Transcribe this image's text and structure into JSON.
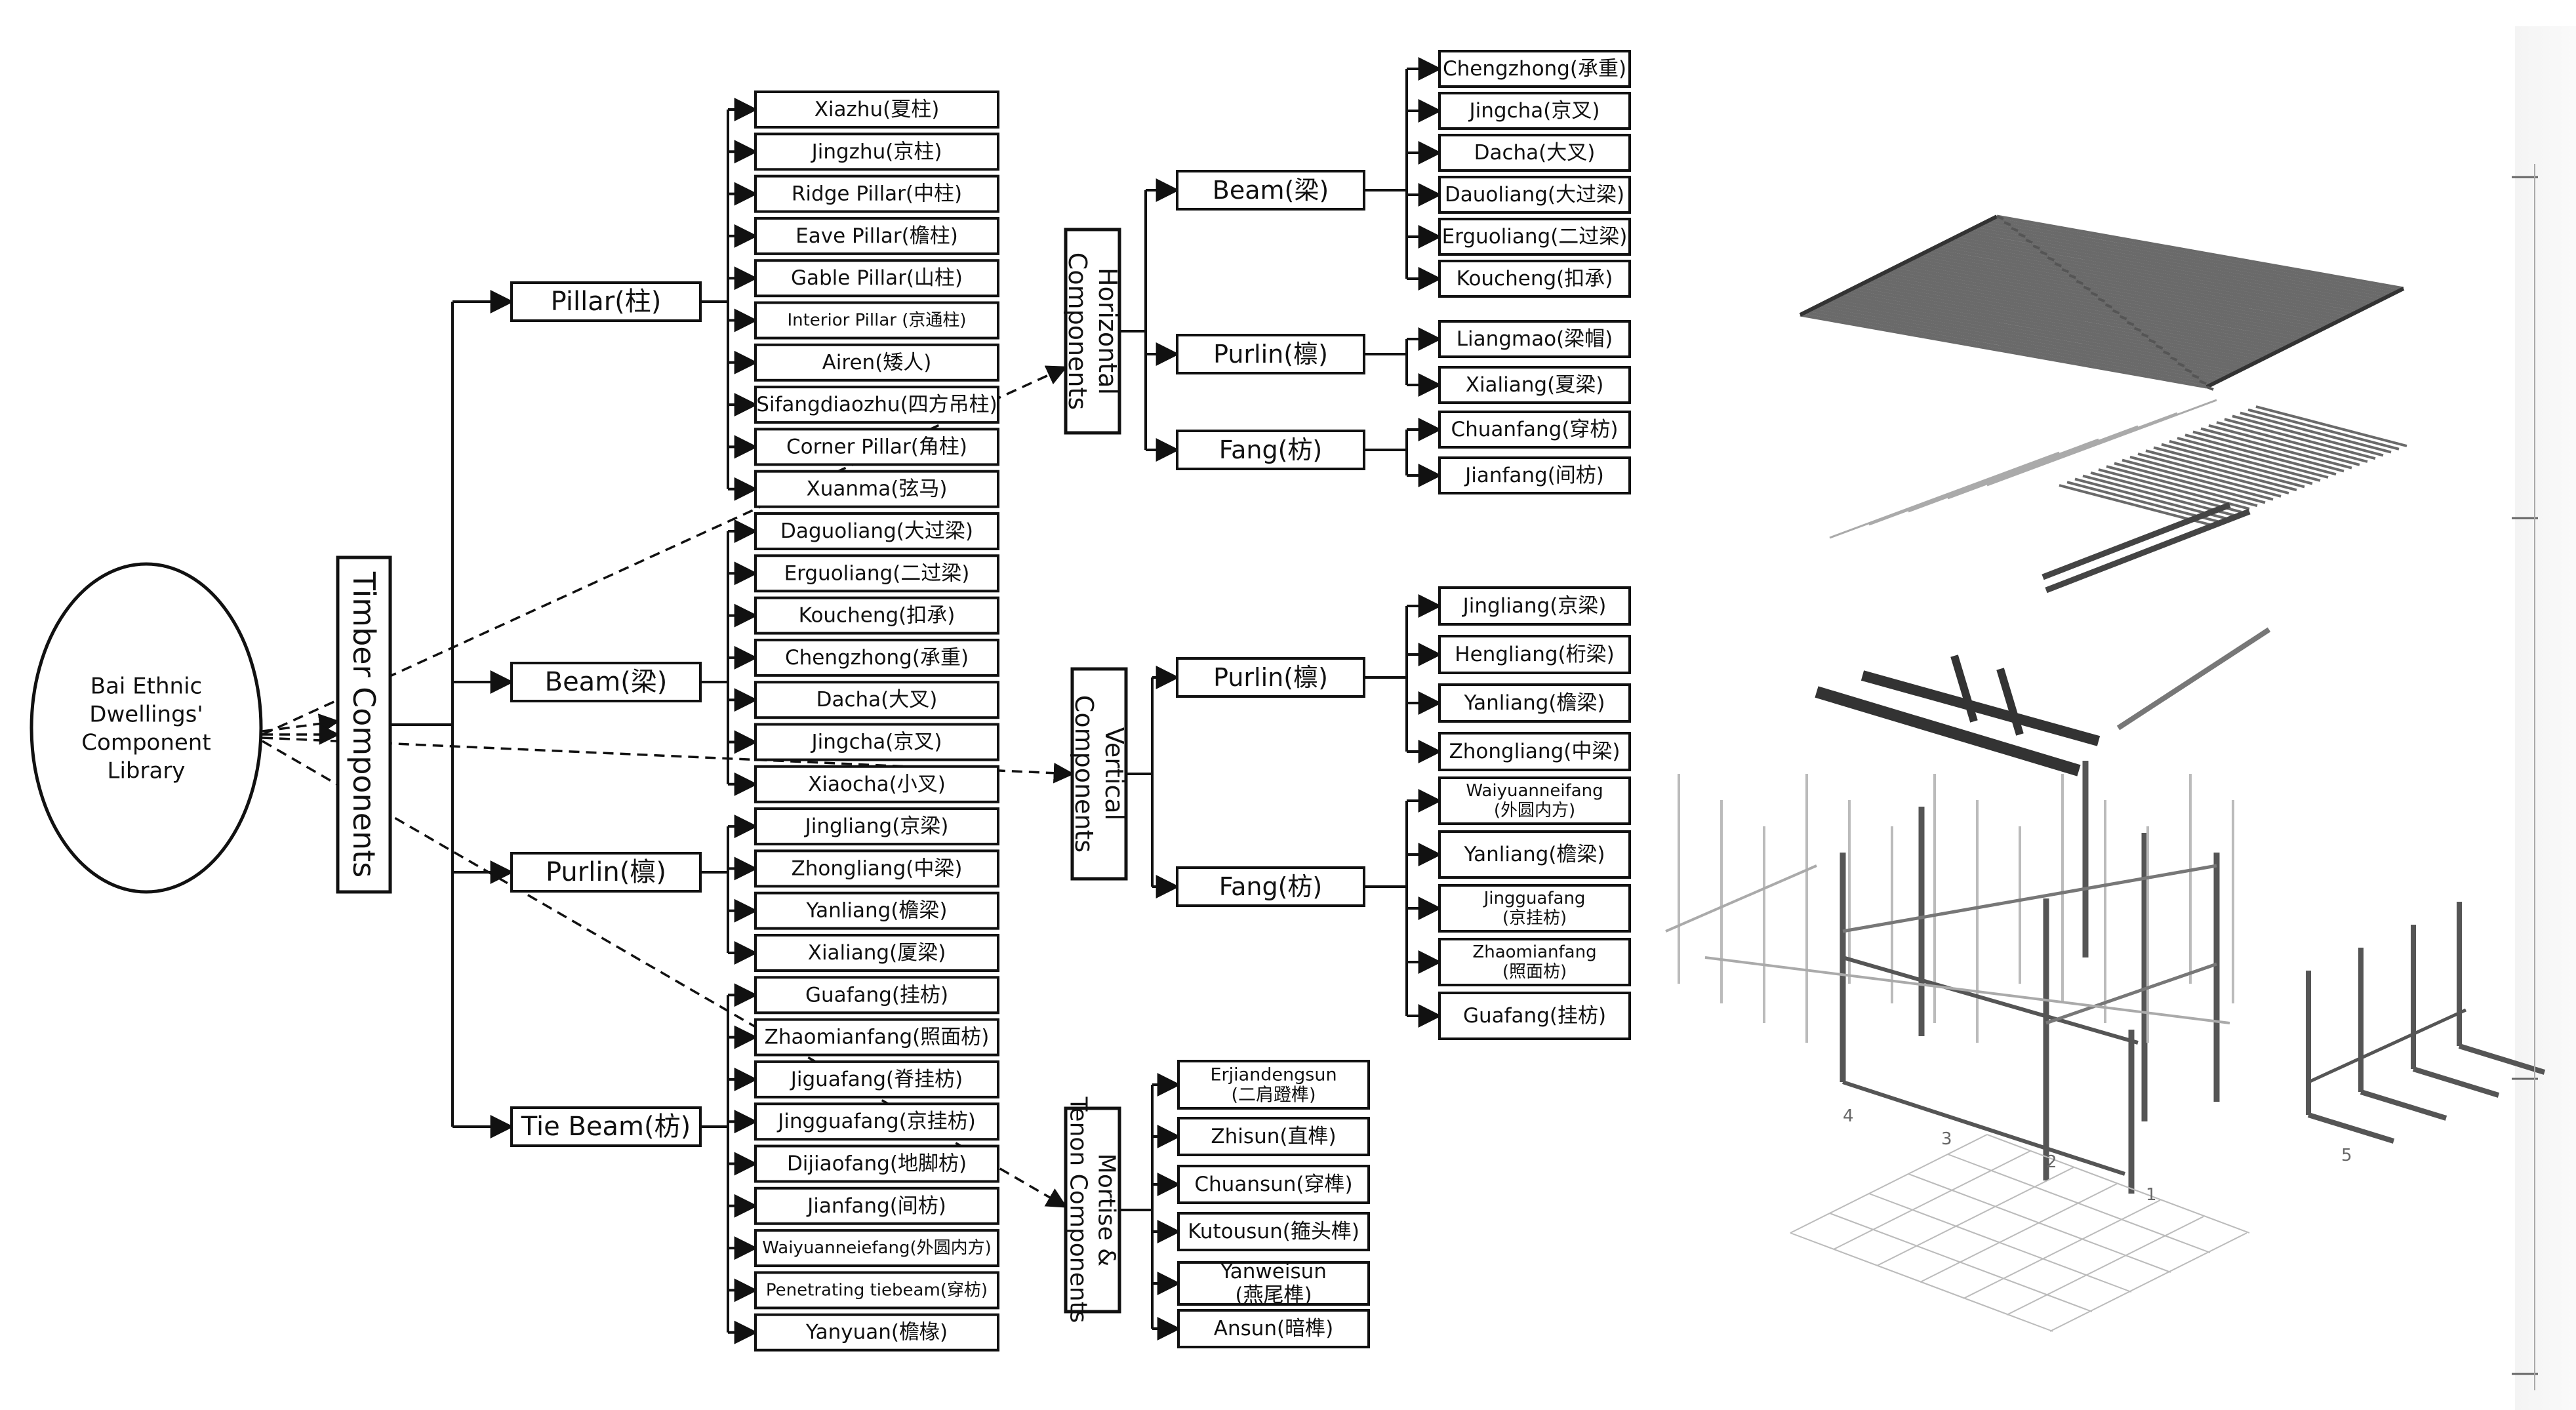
{
  "root": {
    "lines": [
      "Bai Ethnic",
      "Dwellings'",
      "Component",
      "Library"
    ]
  },
  "timber": {
    "label": "Timber Components"
  },
  "groups": {
    "pillar": {
      "label": "Pillar(柱)",
      "items": [
        "Xiazhu(夏柱)",
        "Jingzhu(京柱)",
        "Ridge Pillar(中柱)",
        "Eave Pillar(檐柱)",
        "Gable Pillar(山柱)",
        "Interior Pillar (京通柱)",
        "Airen(矮人)",
        "Sifangdiaozhu(四方吊柱)",
        "Corner Pillar(角柱)",
        "Xuanma(弦马)"
      ]
    },
    "beam": {
      "label": "Beam(梁)",
      "items": [
        "Daguoliang(大过梁)",
        "Erguoliang(二过梁)",
        "Koucheng(扣承)",
        "Chengzhong(承重)",
        "Dacha(大叉)",
        "Jingcha(京叉)",
        "Xiaocha(小叉)"
      ]
    },
    "purlin": {
      "label": "Purlin(檩)",
      "items": [
        "Jingliang(京梁)",
        "Zhongliang(中梁)",
        "Yanliang(檐梁)",
        "Xialiang(厦梁)"
      ]
    },
    "tiebeam": {
      "label": "Tie Beam(枋)",
      "items": [
        "Guafang(挂枋)",
        "Zhaomianfang(照面枋)",
        "Jiguafang(脊挂枋)",
        "Jingguafang(京挂枋)",
        "Dijiaofang(地脚枋)",
        "Jianfang(间枋)",
        "Waiyuanneiefang(外圆内方)",
        "Penetrating tiebeam(穿枋)",
        "Yanyuan(檐椽)"
      ]
    }
  },
  "horizontal": {
    "label": "Horizontal Components",
    "groups": [
      {
        "label": "Beam(梁)",
        "items": [
          "Chengzhong(承重)",
          "Jingcha(京叉)",
          "Dacha(大叉)",
          "Dauoliang(大过梁)",
          "Erguoliang(二过梁)",
          "Koucheng(扣承)"
        ]
      },
      {
        "label": "Purlin(檩)",
        "items": [
          "Liangmao(梁帽)",
          "Xialiang(夏梁)"
        ]
      },
      {
        "label": "Fang(枋)",
        "items": [
          "Chuanfang(穿枋)",
          "Jianfang(间枋)"
        ]
      }
    ]
  },
  "vertical": {
    "label": "Vertical Components",
    "groups": [
      {
        "label": "Purlin(檩)",
        "items": [
          "Jingliang(京梁)",
          "Hengliang(桁梁)",
          "Yanliang(檐梁)",
          "Zhongliang(中梁)"
        ]
      },
      {
        "label": "Fang(枋)",
        "items": [
          "Waiyuanneifang\n(外圆内方)",
          "Yanliang(檐梁)",
          "Jingguafang\n(京挂枋)",
          "Zhaomianfang\n(照面枋)",
          "Guafang(挂枋)"
        ]
      }
    ]
  },
  "mortise": {
    "label": "Mortise & Tenon Components",
    "items": [
      "Erjiandengsun\n(二肩蹬榫)",
      "Zhisun(直榫)",
      "Chuansun(穿榫)",
      "Kutousun(箍头榫)",
      "Yanweisun\n(燕尾榫)",
      "Ansun(暗榫)"
    ]
  },
  "exploded_view": {
    "labels": [
      "1",
      "2",
      "3",
      "4",
      "5"
    ]
  }
}
